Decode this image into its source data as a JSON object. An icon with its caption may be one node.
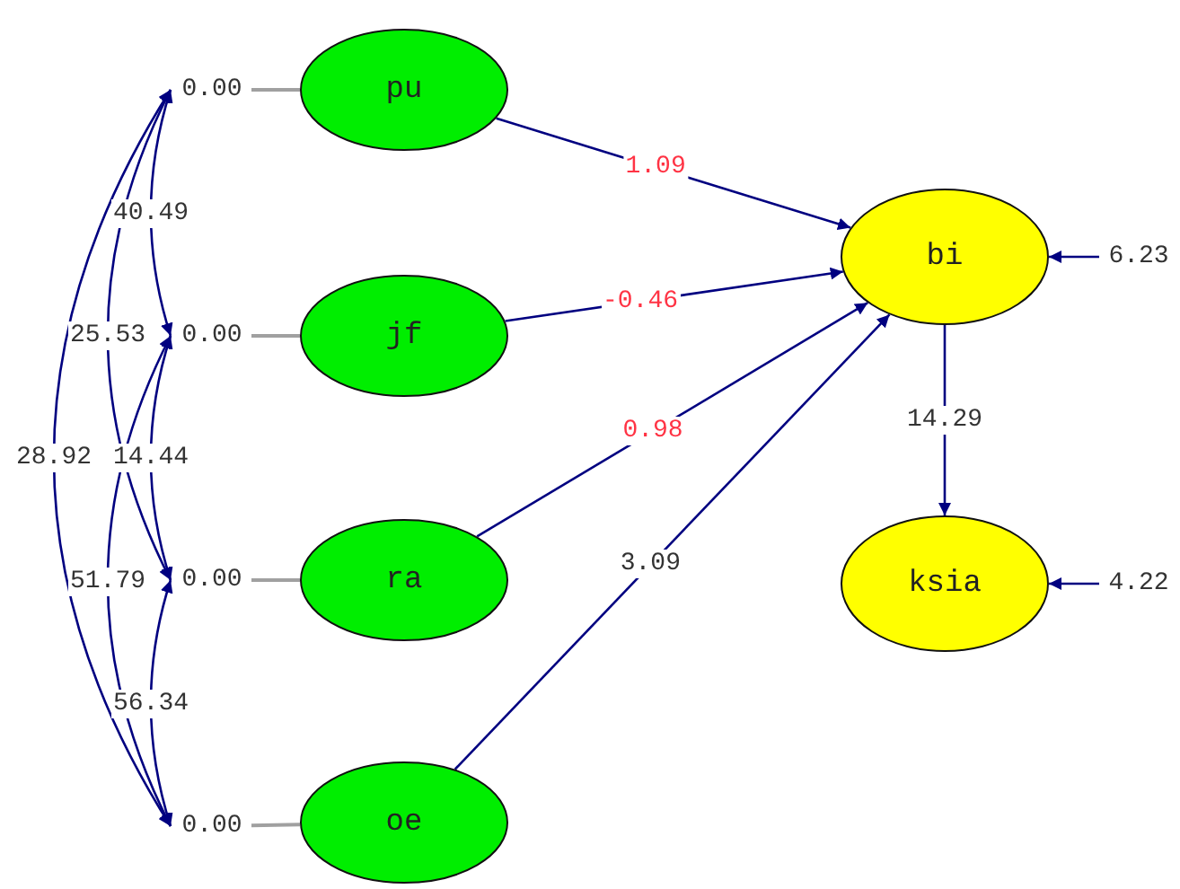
{
  "diagram": {
    "nodes": [
      {
        "text": [
          "0.00"
        ]
      },
      {
        "text": [
          "pu"
        ]
      },
      {
        "text": [
          "0.00"
        ]
      },
      {
        "text": [
          "jf"
        ]
      },
      {
        "text": [
          "0.00"
        ]
      },
      {
        "text": [
          "ra"
        ]
      },
      {
        "text": [
          "0.00"
        ]
      },
      {
        "text": [
          "oe"
        ]
      },
      {
        "text": [
          "bi"
        ]
      },
      {
        "text": [
          "6.23"
        ]
      },
      {
        "text": [
          "ksia"
        ]
      },
      {
        "text": [
          "4.22"
        ]
      }
    ],
    "edges": [
      {
        "from": 0,
        "to": 1,
        "arrow": "none",
        "color": "#a0a0a0"
      },
      {
        "from": 2,
        "to": 3,
        "arrow": "none",
        "color": "#a0a0a0"
      },
      {
        "from": 4,
        "to": 5,
        "arrow": "none",
        "color": "#a0a0a0"
      },
      {
        "from": 6,
        "to": 7,
        "arrow": "none",
        "color": "#a0a0a0"
      },
      {
        "from": 0,
        "to": 2,
        "arrow": "both",
        "label": "40.49"
      },
      {
        "from": 0,
        "to": 4,
        "arrow": "both",
        "label": "25.53"
      },
      {
        "from": 0,
        "to": 6,
        "arrow": "both",
        "label": "28.92"
      },
      {
        "from": 2,
        "to": 4,
        "arrow": "both",
        "label": "14.44"
      },
      {
        "from": 2,
        "to": 6,
        "arrow": "both",
        "label": "51.79"
      },
      {
        "from": 4,
        "to": 6,
        "arrow": "both",
        "label": "56.34"
      },
      {
        "from": 1,
        "to": 8,
        "arrow": "to",
        "label": "1.09"
      },
      {
        "from": 3,
        "to": 8,
        "arrow": "to",
        "label": "-0.46"
      },
      {
        "from": 5,
        "to": 8,
        "arrow": "to",
        "label": "0.98"
      },
      {
        "from": 7,
        "to": 8,
        "arrow": "to",
        "label": "3.09"
      },
      {
        "from": 8,
        "to": 10,
        "arrow": "to",
        "label": "14.29"
      },
      {
        "from": 9,
        "to": 8,
        "arrow": "to"
      },
      {
        "from": 11,
        "to": 10,
        "arrow": "to"
      }
    ]
  }
}
